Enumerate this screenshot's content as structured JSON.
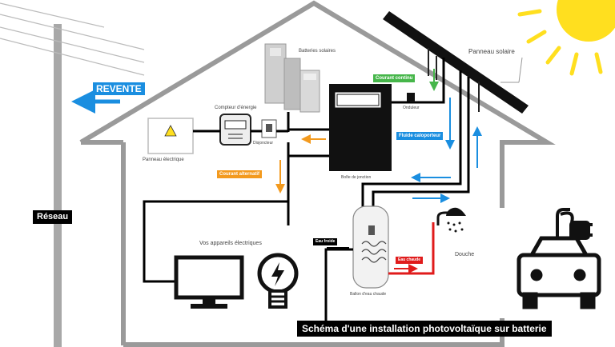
{
  "labels": {
    "revente": "REVENTE",
    "reseau": "Réseau",
    "batteries": "Batteries solaires",
    "compteur": "Compteur d'énergie",
    "disjoncteur": "Disjoncteur",
    "panneau_electrique": "Panneau électrique",
    "courant_continu": "Courant continu",
    "onduleur": "Onduleur",
    "panneau_solaire": "Panneau solaire",
    "fluide": "Fluide caloporteur",
    "boite": "Boîte de jonction",
    "courant_alternatif": "Courant alternatif",
    "appareils": "Vos appareils électriques",
    "eau_froide": "Eau froide",
    "eau_chaude": "Eau chaude",
    "douche": "Douche",
    "ballon": "Ballon d'eau chaude",
    "title": "Schéma d'une installation photovoltaïque sur batterie"
  },
  "colors": {
    "blue": "#1a8ee0",
    "green": "#46b64a",
    "orange": "#f39a1e",
    "red": "#e01b1b",
    "sun": "#ffdf1f",
    "house": "#9a9a9a"
  }
}
